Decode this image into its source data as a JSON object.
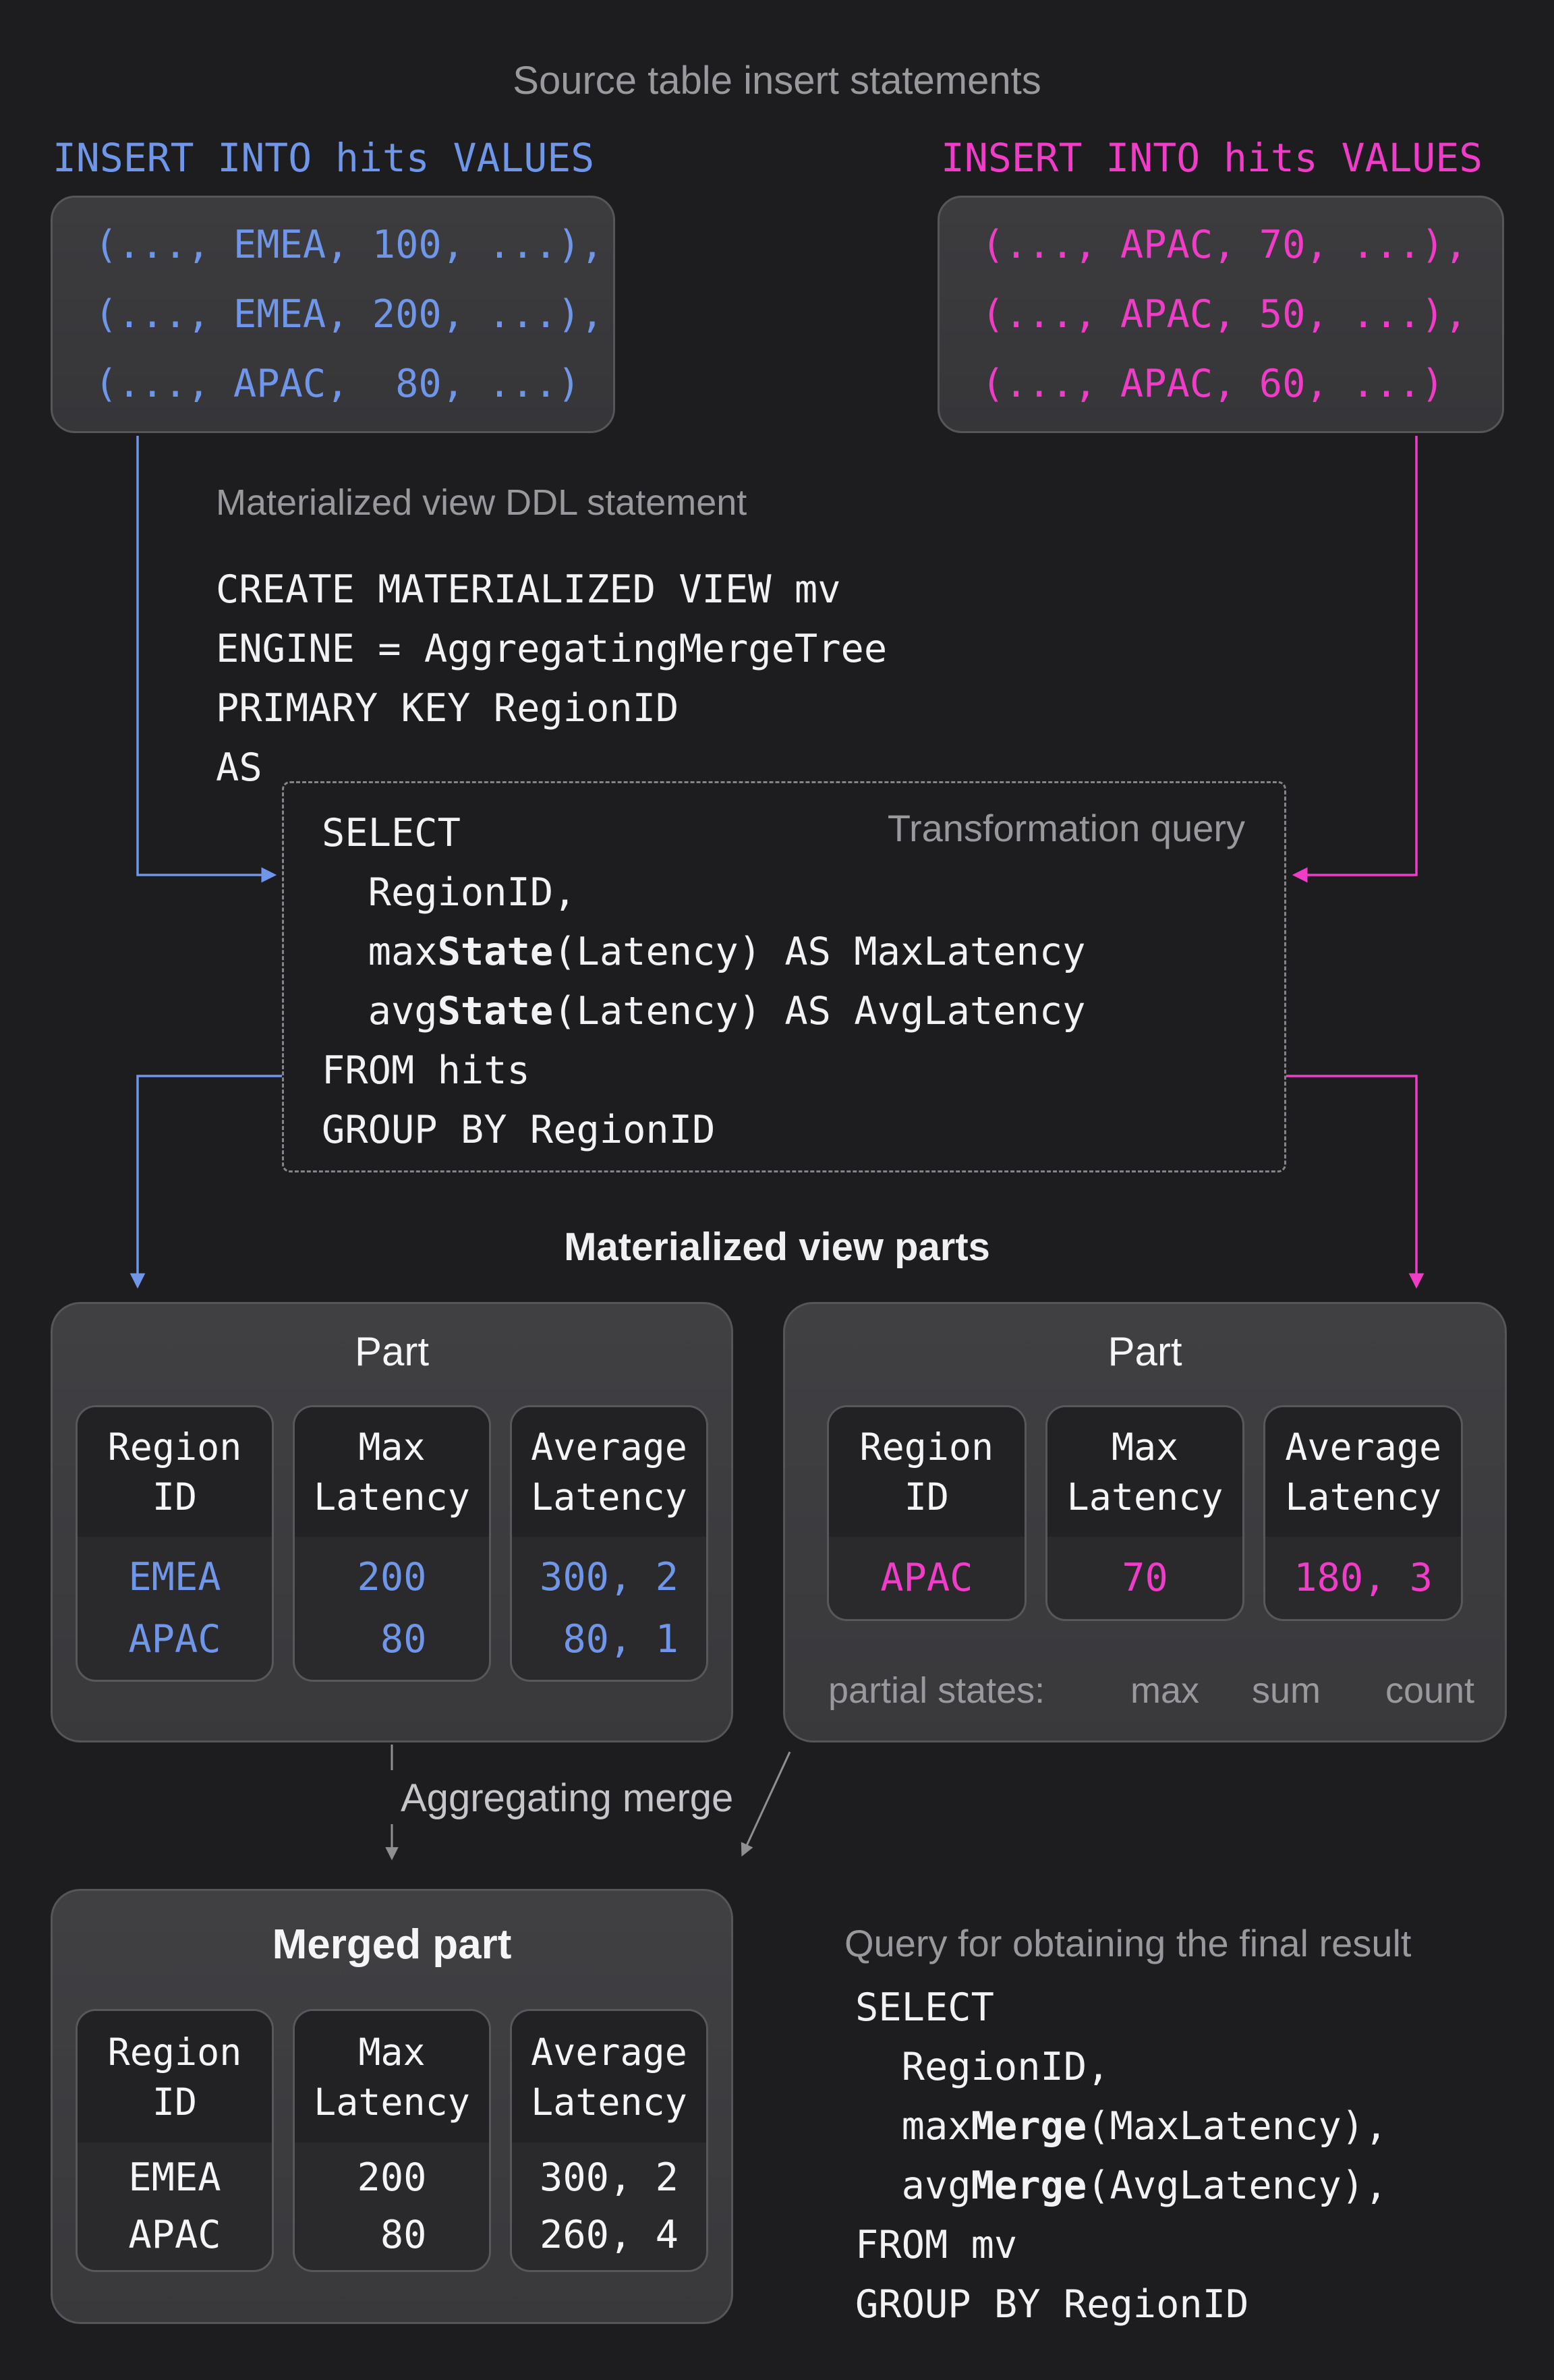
{
  "title": "Source table insert statements",
  "colors": {
    "background": "#1D1D1F",
    "blue_accent": "#6F96E8",
    "magenta_accent": "#EF3DC8",
    "gray_label": "#98989D",
    "white_text": "#F5F5F7",
    "panel_fill": "#3E3E41",
    "column_header_fill": "#222225",
    "column_body_fill": "#2A2A2D"
  },
  "inserts": {
    "left": {
      "header": "INSERT INTO hits VALUES",
      "rows": [
        "(..., EMEA, 100, ...),",
        "(..., EMEA, 200, ...),",
        "(..., APAC,  80, ...)"
      ]
    },
    "right": {
      "header": "INSERT INTO hits VALUES",
      "rows": [
        "(..., APAC, 70, ...),",
        "(..., APAC, 50, ...),",
        "(..., APAC, 60, ...)"
      ]
    }
  },
  "ddl": {
    "label": "Materialized view DDL statement",
    "code": [
      [
        {
          "t": "CREATE MATERIALIZED VIEW mv"
        }
      ],
      [
        {
          "t": "ENGINE = AggregatingMergeTree"
        }
      ],
      [
        {
          "t": "PRIMARY KEY RegionID"
        }
      ],
      [
        {
          "t": "AS"
        }
      ]
    ]
  },
  "transformation": {
    "label": "Transformation query",
    "code": [
      [
        {
          "t": "SELECT"
        }
      ],
      [
        {
          "t": "  RegionID,"
        }
      ],
      [
        {
          "t": "  max"
        },
        {
          "t": "State",
          "b": true
        },
        {
          "t": "(Latency) AS MaxLatency"
        }
      ],
      [
        {
          "t": "  avg"
        },
        {
          "t": "State",
          "b": true
        },
        {
          "t": "(Latency) AS AvgLatency"
        }
      ],
      [
        {
          "t": "FROM hits"
        }
      ],
      [
        {
          "t": "GROUP BY RegionID"
        }
      ]
    ]
  },
  "parts_section_label": "Materialized view parts",
  "parts": {
    "left": {
      "title": "Part",
      "columns": [
        {
          "header": "Region\nID",
          "values": [
            "EMEA",
            "APAC"
          ]
        },
        {
          "header": "Max\nLatency",
          "values": [
            "200",
            " 80"
          ]
        },
        {
          "header": "Average\nLatency",
          "values": [
            "300, 2",
            " 80, 1"
          ]
        }
      ]
    },
    "right": {
      "title": "Part",
      "columns": [
        {
          "header": "Region\nID",
          "values": [
            "APAC"
          ]
        },
        {
          "header": "Max\nLatency",
          "values": [
            "70"
          ]
        },
        {
          "header": "Average\nLatency",
          "values": [
            "180, 3"
          ]
        }
      ],
      "partial_states": {
        "label": "partial states:",
        "annotations": [
          "max",
          "sum",
          "count"
        ]
      }
    }
  },
  "merge_label": "Aggregating merge",
  "merged": {
    "title": "Merged part",
    "columns": [
      {
        "header": "Region\nID",
        "values": [
          "EMEA",
          "APAC"
        ]
      },
      {
        "header": "Max\nLatency",
        "values": [
          "200",
          " 80"
        ]
      },
      {
        "header": "Average\nLatency",
        "values": [
          "300, 2",
          "260, 4"
        ]
      }
    ]
  },
  "final_query": {
    "label": "Query for obtaining the final result",
    "code": [
      [
        {
          "t": "SELECT"
        }
      ],
      [
        {
          "t": "  RegionID,"
        }
      ],
      [
        {
          "t": "  max"
        },
        {
          "t": "Merge",
          "b": true
        },
        {
          "t": "(MaxLatency),"
        }
      ],
      [
        {
          "t": "  avg"
        },
        {
          "t": "Merge",
          "b": true
        },
        {
          "t": "(AvgLatency),"
        }
      ],
      [
        {
          "t": "FROM mv"
        }
      ],
      [
        {
          "t": "GROUP BY RegionID"
        }
      ]
    ]
  }
}
